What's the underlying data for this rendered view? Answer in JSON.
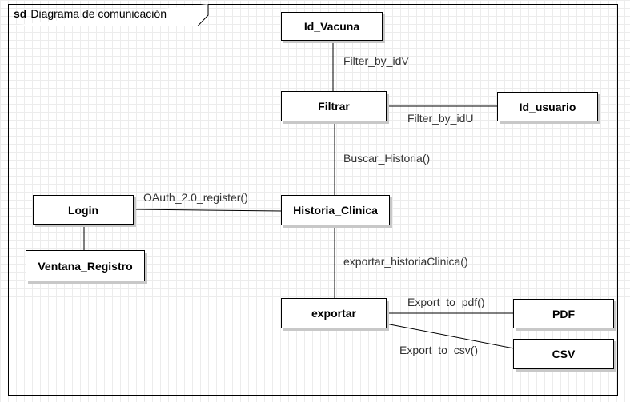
{
  "frame": {
    "kind": "sd",
    "title": "Diagrama de comunicación"
  },
  "nodes": {
    "id_vacuna": "Id_Vacuna",
    "filtrar": "Filtrar",
    "id_usuario": "Id_usuario",
    "login": "Login",
    "historia_clinica": "Historia_Clinica",
    "ventana_registro": "Ventana_Registro",
    "exportar": "exportar",
    "pdf": "PDF",
    "csv": "CSV"
  },
  "messages": {
    "filter_by_idv": "Filter_by_idV",
    "filter_by_idu": "Filter_by_idU",
    "buscar_historia": "Buscar_Historia()",
    "oauth_register": "OAuth_2.0_register()",
    "exportar_historia": "exportar_historiaClinica()",
    "export_to_pdf": "Export_to_pdf()",
    "export_to_csv": "Export_to_csv()"
  }
}
